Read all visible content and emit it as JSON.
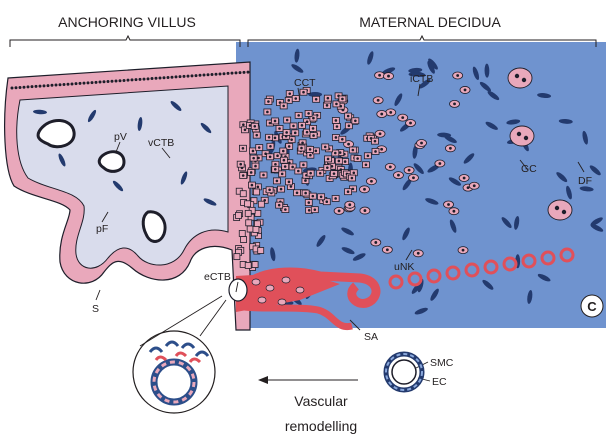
{
  "headers": {
    "anchoring_villus": "ANCHORING VILLUS",
    "maternal_decidua": "MATERNAL DECIDUA"
  },
  "labels": {
    "cct": "CCT",
    "ictb": "iCTB",
    "pv": "pV",
    "vctb": "vCTB",
    "pf": "pF",
    "gc": "GC",
    "df": "DF",
    "unk": "uNK",
    "ectb": "eCTB",
    "s": "S",
    "sa": "SA",
    "smc": "SMC",
    "ec": "EC"
  },
  "panel_letter": "C",
  "caption": {
    "line1": "Vascular",
    "line2": "remodelling"
  },
  "colors": {
    "decidua_blue": "#6f93cf",
    "villus_core": "#d9dcec",
    "trophoblast_pink": "#e9a8bb",
    "artery_red": "#e0505a",
    "cell_dark": "#1e1e2a"
  }
}
